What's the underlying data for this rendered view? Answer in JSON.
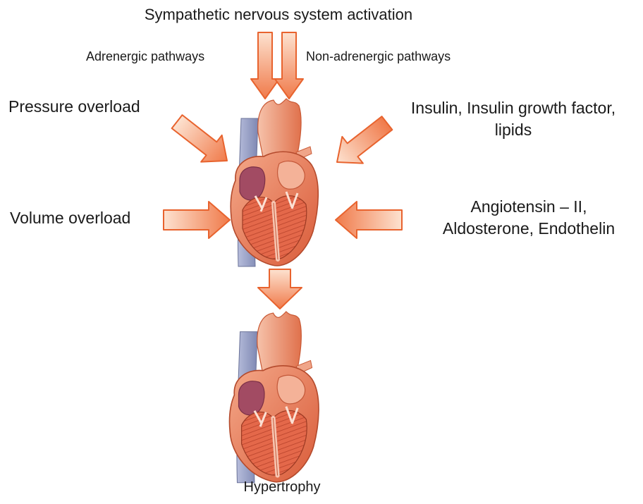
{
  "diagram": {
    "top_label": "Sympathetic nervous system activation",
    "adrenergic_label": "Adrenergic pathways",
    "non_adrenergic_label": "Non-adrenergic pathways",
    "pressure_label": "Pressure overload",
    "insulin_label_line1": "Insulin, Insulin growth factor,",
    "insulin_label_line2": "lipids",
    "volume_label": "Volume overload",
    "angiotensin_label_line1": "Angiotensin – II,",
    "angiotensin_label_line2": "Aldosterone, Endothelin",
    "outcome_label": "Hypertrophy"
  },
  "colors": {
    "arrow_fill_light": "#fde2d0",
    "arrow_fill_dark": "#f07a4a",
    "arrow_stroke": "#e8632e",
    "heart_muscle": "#e8704c",
    "heart_light": "#f6b79d",
    "vessel_blue": "#9aa3c6",
    "atrium_purple": "#a24b63"
  }
}
